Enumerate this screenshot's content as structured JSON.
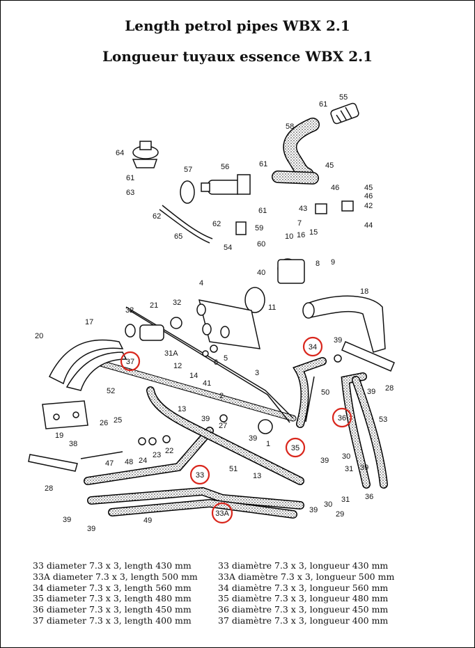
{
  "title": "Length petrol pipes WBX 2.1",
  "subtitle": "Longueur tuyaux essence WBX 2.1",
  "accent_color": "#d9261c",
  "part_labels": {
    "p55": "55",
    "p61a": "61",
    "p58": "58",
    "p64": "64",
    "p61b": "61",
    "p63": "63",
    "p62a": "62",
    "p57": "57",
    "p56": "56",
    "p61c": "61",
    "p61d": "61",
    "p59": "59",
    "p60": "60",
    "p62b": "62",
    "p54": "54",
    "p65": "65",
    "p45a": "45",
    "p46a": "46",
    "p43": "43",
    "p45b": "45",
    "p46b": "46",
    "p42": "42",
    "p44": "44",
    "p7": "7",
    "p10": "10",
    "p16": "16",
    "p15": "15",
    "p40": "40",
    "p8": "8",
    "p9": "9",
    "p4": "4",
    "p11": "11",
    "p18": "18",
    "p32a": "32",
    "p21": "21",
    "p32b": "32",
    "p17": "17",
    "p20": "20",
    "p31A": "31A",
    "p5": "5",
    "p6": "6",
    "p3": "3",
    "p39a": "39",
    "p28a": "28",
    "p39b": "39",
    "p52": "52",
    "p12": "12",
    "p14": "14",
    "p41": "41",
    "p2": "2",
    "p13a": "13",
    "p50": "50",
    "p53": "53",
    "p39c": "39",
    "p27": "27",
    "p39d": "39",
    "p1": "1",
    "p19": "19",
    "p26": "26",
    "p25": "25",
    "p38": "38",
    "p47": "47",
    "p48": "48",
    "p24": "24",
    "p23": "23",
    "p22": "22",
    "p51": "51",
    "p13b": "13",
    "p30": "30",
    "p39e": "39",
    "p31a": "31",
    "p39f": "39",
    "p36b": "36",
    "p28b": "28",
    "p39g": "39",
    "p39h": "39",
    "p49": "49",
    "p39i": "39",
    "p30b": "30",
    "p31b": "31",
    "p29": "29"
  },
  "highlights": {
    "h37": "37",
    "h34": "34",
    "h36": "36",
    "h35": "35",
    "h33": "33",
    "h33A": "33A"
  },
  "specs_en": [
    "33 diameter 7.3 x 3, length 430 mm",
    "33A diameter 7.3 x 3, length 500 mm",
    "34 diameter 7.3 x 3, length 560 mm",
    "35 diameter 7.3 x 3, length 480 mm",
    "36 diameter 7.3 x 3, length 450 mm",
    "37 diameter 7.3 x 3, length 400 mm"
  ],
  "specs_fr": [
    "33 diamètre 7.3 x 3, longueur 430 mm",
    "33A diamètre 7.3 x 3, longueur 500 mm",
    "34 diamètre 7.3 x 3, longueur 560 mm",
    "35 diamètre 7.3 x 3, longueur 480 mm",
    "36 diamètre 7.3 x 3, longueur 450 mm",
    "37 diamètre 7.3 x 3, longueur 400 mm"
  ]
}
